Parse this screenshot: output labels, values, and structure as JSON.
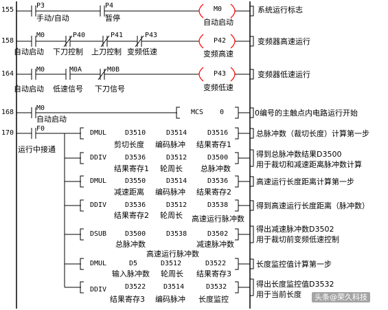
{
  "colors": {
    "line": "#000000",
    "coil": "#ff0000",
    "text": "#000000",
    "background": "#ffffff"
  },
  "rungs": [
    {
      "number": "155",
      "contacts": [
        {
          "addr": "P3",
          "label": "手动/自动",
          "type": "no"
        },
        {
          "addr": "P4",
          "label": "暂停",
          "type": "no"
        }
      ],
      "coil": {
        "addr": "M0",
        "label": "自动启动"
      },
      "comment": "系统运行标志"
    },
    {
      "number": "158",
      "contacts": [
        {
          "addr": "M0",
          "label": "自动启动",
          "type": "no"
        },
        {
          "addr": "P40",
          "label": "下刀控制",
          "type": "nc"
        },
        {
          "addr": "P41",
          "label": "上刀控制",
          "type": "nc"
        },
        {
          "addr": "P43",
          "label": "变频低速",
          "type": "nc"
        }
      ],
      "coil": {
        "addr": "P42",
        "label": "变频高速"
      },
      "comment": "变频器高速运行"
    },
    {
      "number": "164",
      "contacts": [
        {
          "addr": "M0",
          "label": "自动启动",
          "type": "no"
        },
        {
          "addr": "M0A",
          "label": "低速信号",
          "type": "no"
        },
        {
          "addr": "M0B",
          "label": "下刀信号",
          "type": "nc"
        }
      ],
      "coil": {
        "addr": "P43",
        "label": "变频低速"
      },
      "comment": "变频器低速运行"
    },
    {
      "number": "168",
      "contacts": [
        {
          "addr": "M0",
          "label": "自动启动",
          "type": "no"
        }
      ],
      "instruction": {
        "op": "MCS",
        "operand": "0"
      },
      "comment": "0编号的主触点内电路运行开始"
    },
    {
      "number": "170",
      "contacts": [
        {
          "addr": "F0",
          "label": "运行中接通",
          "type": "no"
        }
      ]
    }
  ],
  "function_blocks": [
    {
      "op": "DMUL",
      "args": [
        {
          "reg": "D3510",
          "label": "剪切长度"
        },
        {
          "reg": "D3514",
          "label": "编码脉冲"
        },
        {
          "reg": "D3516",
          "label": "结果寄存1"
        }
      ],
      "comment": [
        "总脉冲数（裁切长度）计算第一步"
      ]
    },
    {
      "op": "DDIV",
      "args": [
        {
          "reg": "D3536",
          "label": "结果寄存1"
        },
        {
          "reg": "D3512",
          "label": "轮周长"
        },
        {
          "reg": "D3500",
          "label": "总脉冲数"
        }
      ],
      "comment": [
        "得到总脉冲数结果D3500",
        "用于裁切和减速距离脉冲数计算"
      ]
    },
    {
      "op": "DMUL",
      "args": [
        {
          "reg": "D3550",
          "label": "减速距离"
        },
        {
          "reg": "D3514",
          "label": "编码脉冲"
        },
        {
          "reg": "D3536",
          "label": "结果寄存2"
        }
      ],
      "comment": [
        "高速运行长度距离计算第一步"
      ]
    },
    {
      "op": "DDIV",
      "args": [
        {
          "reg": "D3536",
          "label": "结果寄存2"
        },
        {
          "reg": "D3512",
          "label": "轮周长"
        },
        {
          "reg": "D3538",
          "label": "高速运行脉冲数"
        }
      ],
      "comment": [
        "得到高速运行长度距离（脉冲数）"
      ]
    },
    {
      "op": "DSUB",
      "args": [
        {
          "reg": "D3500",
          "label": "总脉冲数"
        },
        {
          "reg": "D3538",
          "label": "高速运行脉冲数"
        },
        {
          "reg": "D3502",
          "label": "减速脉冲数"
        }
      ],
      "comment": [
        "得出减速脉冲数D3502",
        "用于裁切前变频低速控制"
      ]
    },
    {
      "op": "DMUL",
      "args": [
        {
          "reg": "D5",
          "label": "输入脉冲数"
        },
        {
          "reg": "D3512",
          "label": "轮周长"
        },
        {
          "reg": "D3522",
          "label": "结果寄存3"
        }
      ],
      "comment": [
        "长度监控值计算第一步"
      ]
    },
    {
      "op": "DDIV",
      "args": [
        {
          "reg": "D3522",
          "label": "结果寄存3"
        },
        {
          "reg": "D3514",
          "label": "编码脉冲"
        },
        {
          "reg": "D3532",
          "label": "长度监控"
        }
      ],
      "comment": [
        "得出长度监控值D3532",
        "用于当前长度"
      ]
    }
  ],
  "watermark": "头条@荣久科技"
}
